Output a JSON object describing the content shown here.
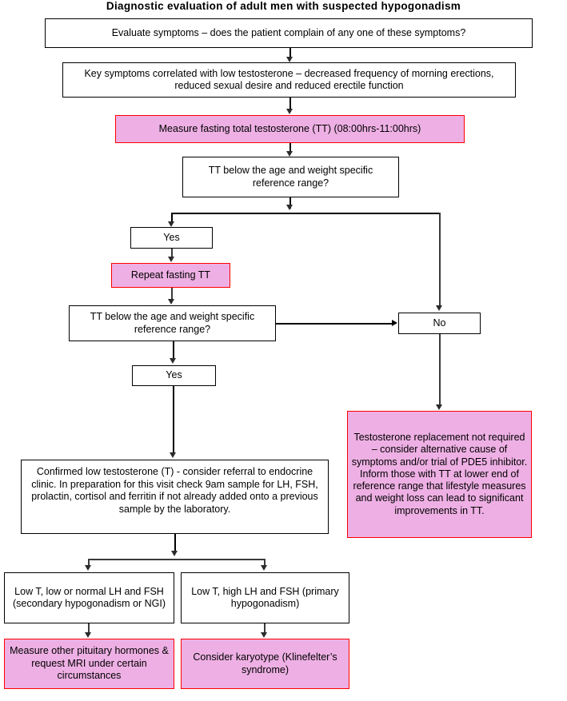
{
  "title": "Diagnostic evaluation of adult men with suspected hypogonadism",
  "colors": {
    "pink_fill": "#eeb0e4",
    "pink_border": "#fe0000",
    "plain_border": "#000000",
    "connector": "#3a3a3a",
    "text": "#000000"
  },
  "nodes": {
    "evaluate_symptoms": "Evaluate symptoms – does the patient complain of any one of these symptoms?",
    "key_symptoms": "Key symptoms correlated with low testosterone – decreased frequency of morning erections, reduced sexual desire and reduced erectile function",
    "measure_fasting_tt": "Measure fasting total testosterone (TT) (08:00hrs-11:00hrs)",
    "tt_below_range_1": "TT below the age and weight specific reference range?",
    "yes_1": "Yes",
    "repeat_fasting_tt": "Repeat fasting TT",
    "tt_below_range_2": "TT below the age and weight specific reference range?",
    "yes_2": "Yes",
    "no_1": "No",
    "no_replacement": "Testosterone replacement not required – consider alternative cause of symptoms and/or trial of PDE5 inhibitor.\nInform those with TT at lower end of reference range that lifestyle measures and weight loss can lead to significant improvements in TT.",
    "confirmed_low_t": "Confirmed low testosterone (T) - consider referral to endocrine clinic. In preparation for this visit check 9am sample for LH, FSH, prolactin, cortisol and ferritin if not already added onto a previous sample by the laboratory.",
    "secondary_hypogonadism": "Low T, low or normal LH and FSH (secondary hypogonadism or NGI)",
    "primary_hypogonadism": "Low T, high LH and FSH (primary hypogonadism)",
    "measure_pituitary": "Measure other pituitary hormones & request MRI under certain circumstances",
    "consider_karyotype": "Consider karyotype (Klinefelter’s syndrome)"
  }
}
